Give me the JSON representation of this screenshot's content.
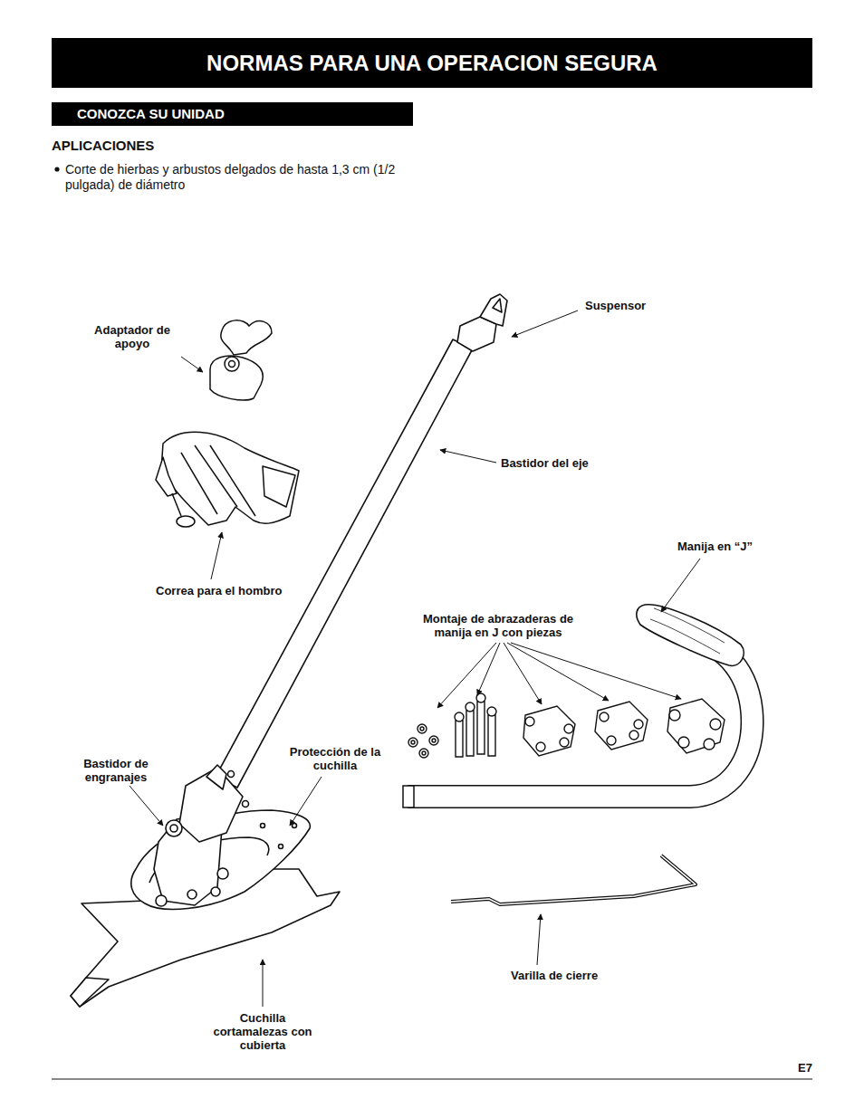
{
  "diagram": {
    "title": "NORMAS PARA UNA OPERACION SEGURA",
    "nodes": [
      {
        "text": [
          "CONOZCA SU UNIDAD"
        ]
      }
    ],
    "edges": [],
    "labels": [
      "APLICACIONES",
      "Corte de hierbas y arbustos delgados de hasta 1,3 cm (1/2 pulgada) de diámetro",
      "Adaptador de apoyo",
      "Suspensor",
      "Bastidor del eje",
      "Correa para el hombro",
      "Manija en “J”",
      "Montaje de abrazaderas de manija en J con piezas",
      "Bastidor de engranajes",
      "Protección de la cuchilla",
      "Varilla de cierre",
      "Cuchilla cortamalezas con cubierta",
      "E7"
    ]
  }
}
